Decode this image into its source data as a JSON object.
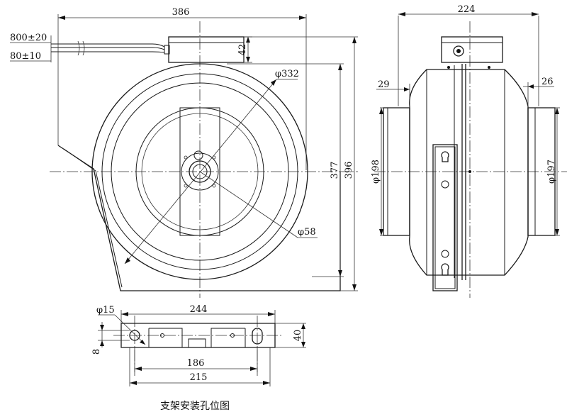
{
  "dimensions": {
    "front_width": "386",
    "cable_long": "800±20",
    "cable_short": "80±10",
    "terminal_box_height": "42",
    "outer_diameter": "φ332",
    "hub_diameter": "φ58",
    "height_377": "377",
    "height_396": "396",
    "side_depth": "224",
    "inlet_length": "29",
    "outlet_length": "26",
    "inlet_diameter": "φ198",
    "outlet_diameter": "φ197",
    "bracket_hole_diameter": "φ15",
    "bracket_length": "244",
    "bracket_height": "40",
    "bracket_offset": "8",
    "bracket_hole_span_186": "186",
    "bracket_hole_span_215": "215"
  },
  "caption": "支架安装孔位图"
}
